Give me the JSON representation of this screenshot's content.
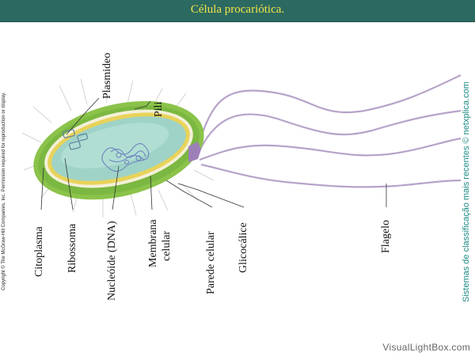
{
  "header": {
    "title": "Célula procariótica."
  },
  "labels": {
    "plasmideo": "Plasmideo",
    "pili": "Pili",
    "citoplasma": "Citoplasma",
    "ribossoma": "Ribossoma",
    "nucleoide": "Nucleóide (DNA)",
    "membrana_line1": "Membrana",
    "membrana_line2": "celular",
    "parede": "Parede celular",
    "glicocalice": "Glicocálice",
    "flagelo": "Flagelo"
  },
  "copyright": "Copyright © The McGraw-Hill Companies, Inc. Permission required for reproduction or display.",
  "side_watermark": "Sistemas de classificação mais recentes © netxplica.com",
  "footer_brand": "VisualLightBox.com",
  "colors": {
    "header_bg": "#2c6a61",
    "header_text": "#f2e24a",
    "flagellum": "#b7a3c9",
    "capsule": "#8bc34a",
    "cytoplasm": "#9fd3c7",
    "membrane": "#e8d35a",
    "nucleoid": "#7b8fc7",
    "watermark": "#1a8a82"
  },
  "icons": [
    "bacterium-cell-illustration"
  ]
}
